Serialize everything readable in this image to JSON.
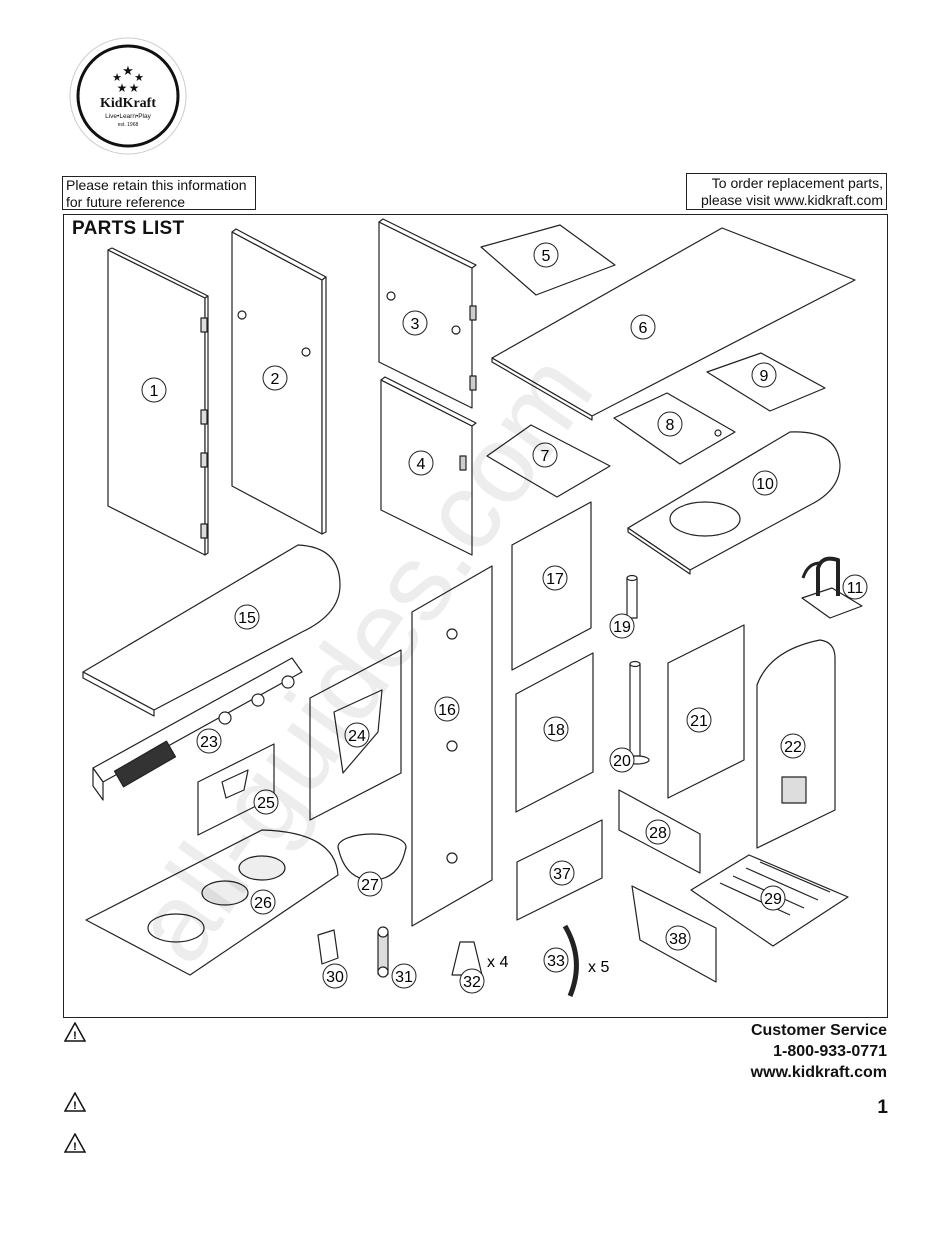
{
  "logo": {
    "brand": "KidKraft",
    "tagline": "Live•Learn•Play",
    "established": "est. 1968"
  },
  "notice_left": "Please retain this information for future reference",
  "notice_right": "To order replacement parts, please visit www.kidkraft.com",
  "parts_title": "PARTS LIST",
  "parts": [
    "1",
    "2",
    "3",
    "4",
    "5",
    "6",
    "7",
    "8",
    "9",
    "10",
    "11",
    "15",
    "16",
    "17",
    "18",
    "19",
    "20",
    "21",
    "22",
    "23",
    "24",
    "25",
    "26",
    "27",
    "28",
    "29",
    "30",
    "31",
    "32",
    "33",
    "37",
    "38"
  ],
  "quantities": {
    "p32": "x 4",
    "p33": "x 5"
  },
  "customer_service": {
    "label": "Customer Service",
    "phone": "1-800-933-0771",
    "website": "www.kidkraft.com"
  },
  "page_number": "1",
  "watermark": "all-guides.com",
  "icons": [
    "warning-triangle-icon",
    "star-icon"
  ]
}
